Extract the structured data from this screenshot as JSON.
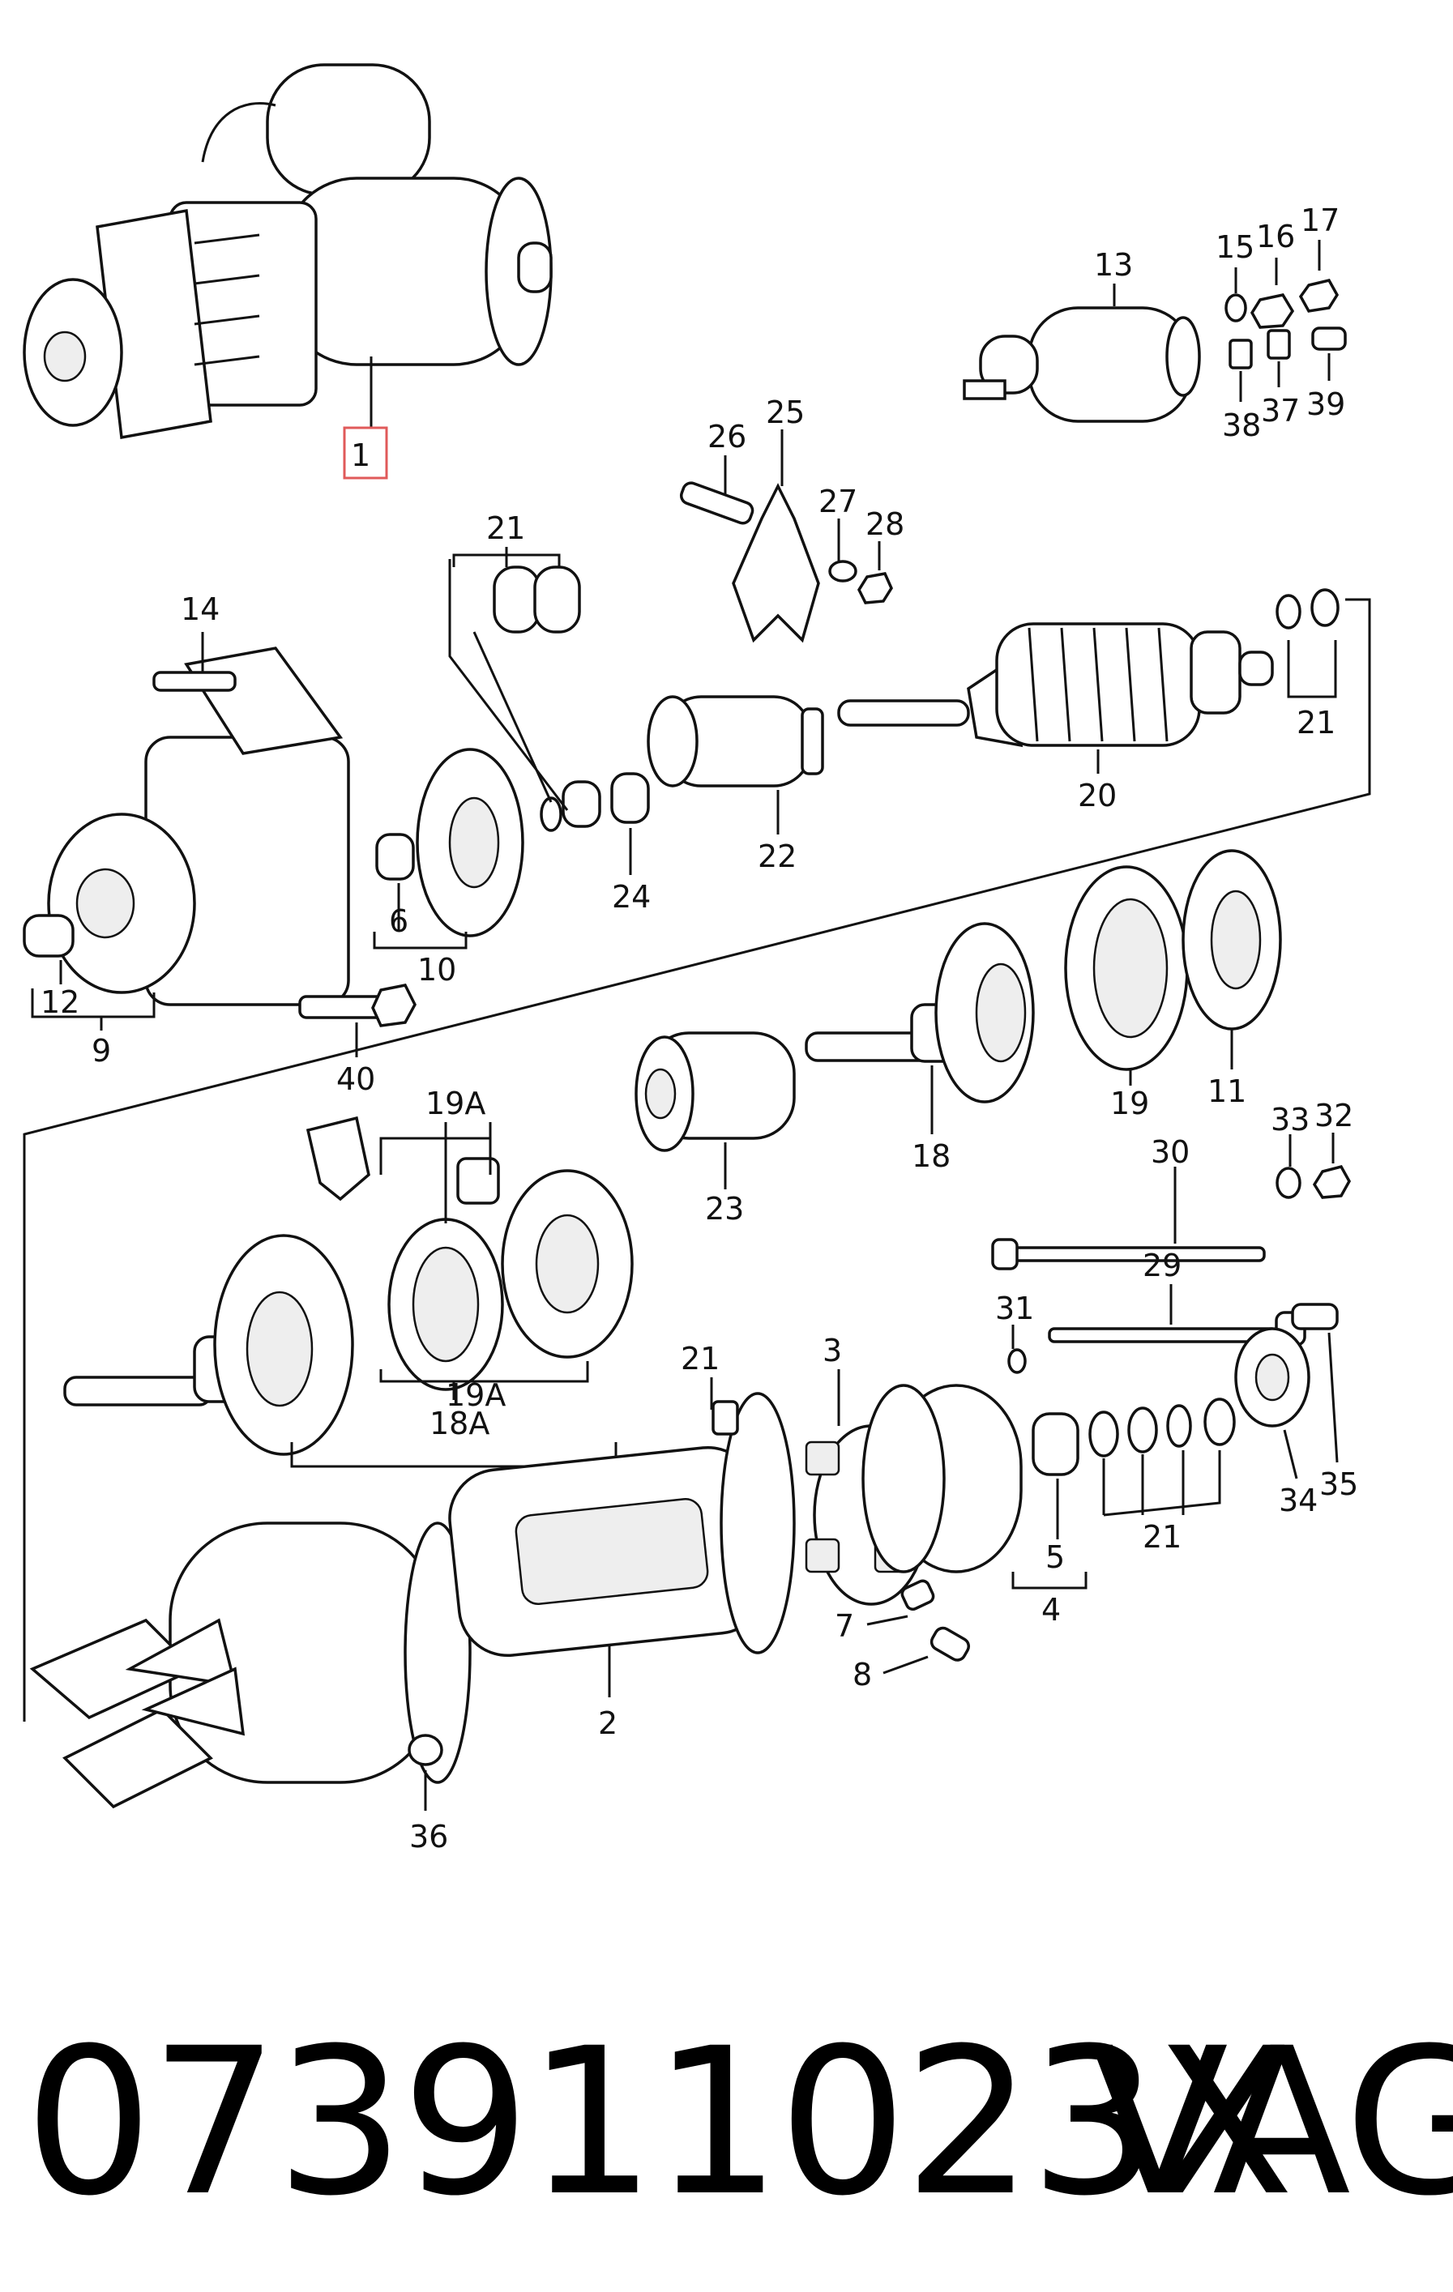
{
  "callouts": [
    {
      "id": "c1",
      "text": "1",
      "highlight": true
    },
    {
      "id": "c2",
      "text": "2"
    },
    {
      "id": "c3",
      "text": "3"
    },
    {
      "id": "c4",
      "text": "4"
    },
    {
      "id": "c5",
      "text": "5"
    },
    {
      "id": "c6",
      "text": "6"
    },
    {
      "id": "c7",
      "text": "7"
    },
    {
      "id": "c8",
      "text": "8"
    },
    {
      "id": "c9",
      "text": "9"
    },
    {
      "id": "c10",
      "text": "10"
    },
    {
      "id": "c11",
      "text": "11"
    },
    {
      "id": "c12",
      "text": "12"
    },
    {
      "id": "c13",
      "text": "13"
    },
    {
      "id": "c14",
      "text": "14"
    },
    {
      "id": "c15",
      "text": "15"
    },
    {
      "id": "c16",
      "text": "16"
    },
    {
      "id": "c17",
      "text": "17"
    },
    {
      "id": "c18",
      "text": "18"
    },
    {
      "id": "c18a",
      "text": "18A"
    },
    {
      "id": "c19",
      "text": "19"
    },
    {
      "id": "c19a-top",
      "text": "19A"
    },
    {
      "id": "c19a-bottom",
      "text": "19A"
    },
    {
      "id": "c20",
      "text": "20"
    },
    {
      "id": "c21-top",
      "text": "21"
    },
    {
      "id": "c21-right",
      "text": "21"
    },
    {
      "id": "c21-mid",
      "text": "21"
    },
    {
      "id": "c21-bottom",
      "text": "21"
    },
    {
      "id": "c22",
      "text": "22"
    },
    {
      "id": "c23",
      "text": "23"
    },
    {
      "id": "c24",
      "text": "24"
    },
    {
      "id": "c25",
      "text": "25"
    },
    {
      "id": "c26",
      "text": "26"
    },
    {
      "id": "c27",
      "text": "27"
    },
    {
      "id": "c28",
      "text": "28"
    },
    {
      "id": "c29",
      "text": "29"
    },
    {
      "id": "c30",
      "text": "30"
    },
    {
      "id": "c31",
      "text": "31"
    },
    {
      "id": "c32",
      "text": "32"
    },
    {
      "id": "c33",
      "text": "33"
    },
    {
      "id": "c34",
      "text": "34"
    },
    {
      "id": "c35",
      "text": "35"
    },
    {
      "id": "c36",
      "text": "36"
    },
    {
      "id": "c37",
      "text": "37"
    },
    {
      "id": "c38",
      "text": "38"
    },
    {
      "id": "c39",
      "text": "39"
    },
    {
      "id": "c40",
      "text": "40"
    }
  ],
  "footer": {
    "part_number": "073911023X",
    "brand": "VAG"
  },
  "colors": {
    "line": "#111111",
    "highlight_box": "#e05a5a",
    "background": "#ffffff"
  }
}
